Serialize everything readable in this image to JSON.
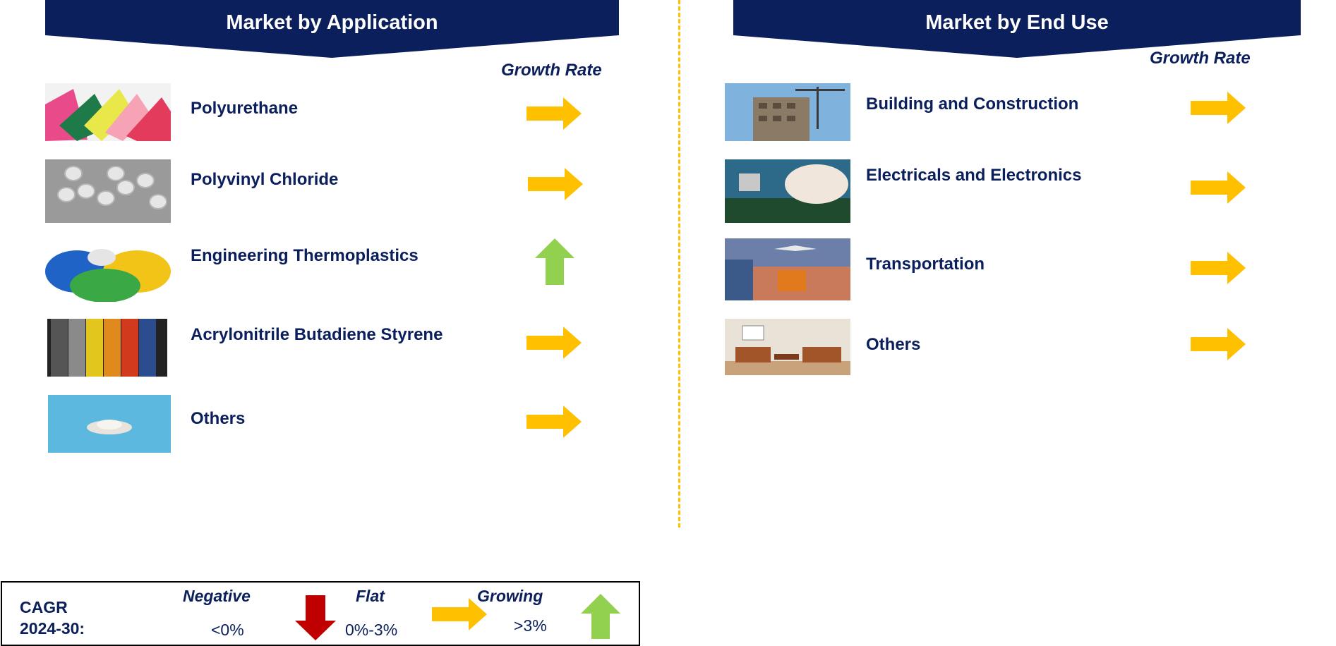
{
  "left_panel": {
    "title": "Market by Application",
    "growth_header": "Growth Rate",
    "items": [
      {
        "label": "Polyurethane",
        "trend": "flat"
      },
      {
        "label": "Polyvinyl Chloride",
        "trend": "flat"
      },
      {
        "label": "Engineering Thermoplastics",
        "trend": "growing"
      },
      {
        "label": "Acrylonitrile Butadiene Styrene",
        "trend": "flat"
      },
      {
        "label": "Others",
        "trend": "flat"
      }
    ]
  },
  "right_panel": {
    "title": "Market by End Use",
    "growth_header": "Growth Rate",
    "items": [
      {
        "label": "Building and Construction",
        "trend": "flat"
      },
      {
        "label": "Electricals and Electronics",
        "trend": "flat"
      },
      {
        "label": "Transportation",
        "trend": "flat"
      },
      {
        "label": "Others",
        "trend": "flat"
      }
    ]
  },
  "legend": {
    "cagr_label": "CAGR",
    "period": "2024-30:",
    "negative": {
      "label": "Negative",
      "range": "<0%"
    },
    "flat": {
      "label": "Flat",
      "range": "0%-3%"
    },
    "growing": {
      "label": "Growing",
      "range": ">3%"
    }
  },
  "colors": {
    "banner": "#0b1f5c",
    "text": "#0b1f5c",
    "flat_arrow": "#ffc000",
    "growing_arrow": "#92d050",
    "negative_arrow": "#c00000",
    "divider": "#ffc000"
  }
}
